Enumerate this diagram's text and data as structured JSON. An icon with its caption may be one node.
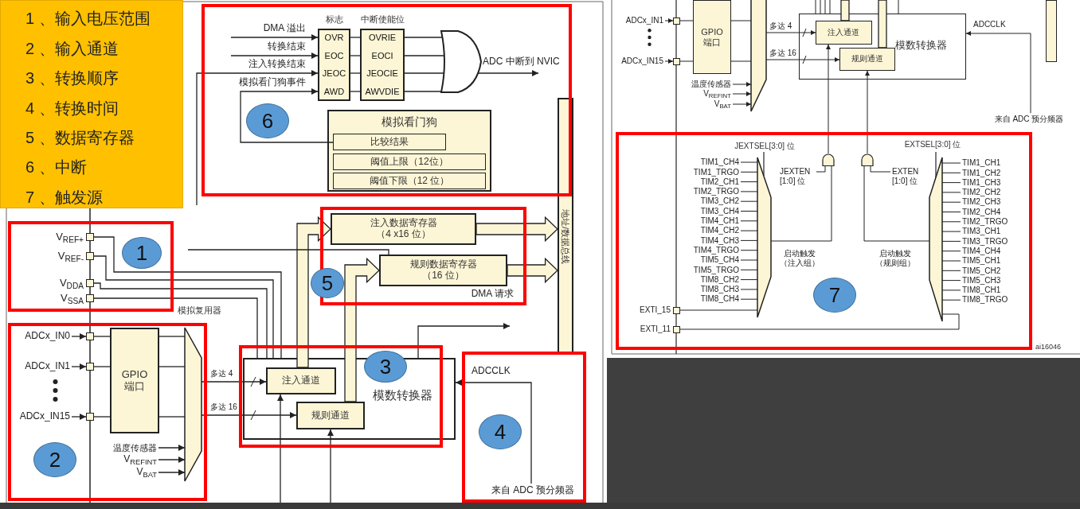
{
  "diagram": {
    "nodes": [
      {
        "text": [
          "1 、输入电压范围",
          "2 、输入通道",
          "3 、转换顺序",
          "4 、转换时间",
          "5 、数据寄存器",
          "6 、中断",
          "7 、触发源"
        ]
      },
      {
        "text": [
          "标志",
          "OVR",
          "EOC",
          "JEOC",
          "AWD"
        ]
      },
      {
        "text": [
          "中断使能位",
          "OVRIE",
          "EOCI",
          "JEOCIE",
          "AWVDIE"
        ]
      },
      {
        "text": [],
        "shape": "gate"
      },
      {
        "text": [
          "模拟看门狗"
        ]
      },
      {
        "text": [
          "比较结果"
        ],
        "in": 4
      },
      {
        "text": [
          "阈值上限（12位）"
        ],
        "in": 4
      },
      {
        "text": [
          "阈值下限（12 位）"
        ],
        "in": 4
      },
      {
        "text": [
          "地址/数据总线"
        ]
      },
      {
        "text": [
          "注入数据寄存器（4 x16 位）"
        ]
      },
      {
        "text": [
          "规则数据寄存器（16 位）"
        ]
      },
      {
        "text": [],
        "shape": "box",
        "beside": [
          "V$_{REF+}$"
        ]
      },
      {
        "text": [],
        "shape": "box",
        "beside": [
          "V$_{REF-}$"
        ]
      },
      {
        "text": [],
        "shape": "box",
        "beside": [
          "V$_{DDA}$"
        ]
      },
      {
        "text": [],
        "shape": "box",
        "beside": [
          "V$_{SSA}$"
        ]
      },
      {
        "text": [
          "ADCx_IN0"
        ]
      },
      {
        "text": [],
        "shape": "box"
      },
      {
        "text": [
          "ADCx_IN1"
        ]
      },
      {
        "text": [],
        "shape": "box"
      },
      {
        "text": [
          "ADCx_IN15"
        ]
      },
      {
        "text": [],
        "shape": "box"
      },
      {
        "text": [
          "GPIO 端口"
        ]
      },
      {
        "text": [
          "模拟复用器"
        ]
      },
      {
        "text": [
          "温度传感器"
        ]
      },
      {
        "text": [
          "V$_{REFINT}$"
        ]
      },
      {
        "text": [
          "V$_{BAT}$"
        ]
      },
      {
        "text": [
          "模数转换器"
        ]
      },
      {
        "text": [
          "注入通道"
        ],
        "in": 26
      },
      {
        "text": [
          "规则通道"
        ],
        "in": 26
      },
      {
        "text": [
          "来自 ADC 预分频器"
        ]
      },
      {
        "text": [
          "ADCx_IN1"
        ]
      },
      {
        "text": [],
        "shape": "box"
      },
      {
        "text": [
          "ADCx_IN15"
        ]
      },
      {
        "text": [],
        "shape": "box"
      },
      {
        "text": [
          "GPIO 端口"
        ]
      },
      {
        "text": [],
        "shape": "trapezoid"
      },
      {
        "text": [
          "温度传感器"
        ]
      },
      {
        "text": [
          "V$_{REFINT}$"
        ]
      },
      {
        "text": [
          "V$_{BAT}$"
        ]
      },
      {
        "text": [
          "模数转换器"
        ]
      },
      {
        "text": [
          "注入通道"
        ],
        "in": 39
      },
      {
        "text": [
          "规则通道"
        ],
        "in": 39
      },
      {
        "text": [
          "来自 ADC 预分频器"
        ]
      },
      {
        "text": [],
        "shape": "bar"
      },
      {
        "text": [
          "JEXTSEL[3:0] 位"
        ]
      },
      {
        "text": [
          "TIM1_CH4"
        ]
      },
      {
        "text": [
          "TIM1_TRGO"
        ]
      },
      {
        "text": [
          "TIM2_CH1"
        ]
      },
      {
        "text": [
          "TIM2_TRGO"
        ]
      },
      {
        "text": [
          "TIM3_CH2"
        ]
      },
      {
        "text": [
          "TIM3_CH4"
        ]
      },
      {
        "text": [
          "TIM4_CH1"
        ]
      },
      {
        "text": [
          "TIM4_CH2"
        ]
      },
      {
        "text": [
          "TIM4_CH3"
        ]
      },
      {
        "text": [
          "TIM4_TRGO"
        ]
      },
      {
        "text": [
          "TIM5_CH4"
        ]
      },
      {
        "text": [
          "TIM5_TRGO"
        ]
      },
      {
        "text": [
          "TIM8_CH2"
        ]
      },
      {
        "text": [
          "TIM8_CH3"
        ]
      },
      {
        "text": [
          "TIM8_CH4"
        ]
      },
      {
        "text": [],
        "shape": "box",
        "beside": [
          "EXTI_15"
        ]
      },
      {
        "text": [],
        "shape": "gate"
      },
      {
        "text": [
          "JEXTEN [1:0] 位"
        ]
      },
      {
        "text": [],
        "shape": "gate"
      },
      {
        "text": [
          "EXTEN [1:0] 位"
        ]
      },
      {
        "text": [
          "EXTSEL[3:0] 位"
        ]
      },
      {
        "text": [
          "TIM1_CH1"
        ]
      },
      {
        "text": [
          "TIM1_CH2"
        ]
      },
      {
        "text": [
          "TIM1_CH3"
        ]
      },
      {
        "text": [
          "TIM2_CH2"
        ]
      },
      {
        "text": [
          "TIM2_CH3"
        ]
      },
      {
        "text": [
          "TIM2_CH4"
        ]
      },
      {
        "text": [
          "TIM2_TRGO"
        ]
      },
      {
        "text": [
          "TIM3_CH1"
        ]
      },
      {
        "text": [
          "TIM3_TRGO"
        ]
      },
      {
        "text": [
          "TIM4_CH4"
        ]
      },
      {
        "text": [
          "TIM5_CH1"
        ]
      },
      {
        "text": [
          "TIM5_CH2"
        ]
      },
      {
        "text": [
          "TIM5_CH3"
        ]
      },
      {
        "text": [
          "TIM8_CH1"
        ]
      },
      {
        "text": [
          "TIM8_TRGO"
        ]
      },
      {
        "text": [],
        "shape": "box",
        "beside": [
          "EXTI_11"
        ]
      },
      {
        "text": [
          "1"
        ]
      },
      {
        "text": [
          "2"
        ]
      },
      {
        "text": [
          "3"
        ]
      },
      {
        "text": [
          "4"
        ]
      },
      {
        "text": [
          "5"
        ]
      },
      {
        "text": [
          "6"
        ]
      },
      {
        "text": [
          "7"
        ]
      }
    ],
    "edges": [
      {
        "from": null,
        "to": 1,
        "arrow": "to",
        "label": "DMA 溢出"
      },
      {
        "from": null,
        "to": 1,
        "arrow": "to",
        "label": "转换结束"
      },
      {
        "from": null,
        "to": 1,
        "arrow": "to",
        "label": "注入转换结束"
      },
      {
        "from": 5,
        "to": 1,
        "arrow": "to",
        "label": "模拟看门狗事件"
      },
      {
        "from": 1,
        "to": 2,
        "arrow": "none"
      },
      {
        "from": 1,
        "to": 2,
        "arrow": "none"
      },
      {
        "from": 1,
        "to": 2,
        "arrow": "none"
      },
      {
        "from": 1,
        "to": 2,
        "arrow": "none"
      },
      {
        "from": 2,
        "to": 3,
        "arrow": "none"
      },
      {
        "from": 2,
        "to": 3,
        "arrow": "none"
      },
      {
        "from": 2,
        "to": 3,
        "arrow": "none"
      },
      {
        "from": 2,
        "to": 3,
        "arrow": "none"
      },
      {
        "from": 3,
        "to": null,
        "arrow": "to",
        "label": "ADC 中断到 NVIC"
      },
      {
        "from": 27,
        "to": 9,
        "arrow": "to",
        "style": "thick"
      },
      {
        "from": 28,
        "to": 10,
        "arrow": "to",
        "style": "thick"
      },
      {
        "from": 9,
        "to": 8,
        "arrow": "to",
        "style": "thick"
      },
      {
        "from": 10,
        "to": 8,
        "arrow": "to",
        "style": "thick"
      },
      {
        "from": 26,
        "to": null,
        "arrow": "to",
        "label": "DMA 请求"
      },
      {
        "from": null,
        "to": 10,
        "arrow": "none"
      },
      {
        "from": 11,
        "to": 26,
        "arrow": "none"
      },
      {
        "from": 12,
        "to": 26,
        "arrow": "none"
      },
      {
        "from": 13,
        "to": 26,
        "arrow": "none"
      },
      {
        "from": 14,
        "to": 26,
        "arrow": "none"
      },
      {
        "from": 15,
        "to": 16,
        "arrow": "to"
      },
      {
        "from": 17,
        "to": 18,
        "arrow": "to"
      },
      {
        "from": 19,
        "to": 20,
        "arrow": "to"
      },
      {
        "from": 16,
        "to": 21,
        "arrow": "none"
      },
      {
        "from": 18,
        "to": 21,
        "arrow": "none"
      },
      {
        "from": 20,
        "to": 21,
        "arrow": "none"
      },
      {
        "from": 21,
        "to": 22,
        "arrow": "none"
      },
      {
        "from": 21,
        "to": 22,
        "arrow": "none"
      },
      {
        "from": 21,
        "to": 22,
        "arrow": "none"
      },
      {
        "from": 23,
        "to": 22,
        "arrow": "to"
      },
      {
        "from": 24,
        "to": 22,
        "arrow": "to"
      },
      {
        "from": 25,
        "to": 22,
        "arrow": "to"
      },
      {
        "from": 22,
        "to": 27,
        "arrow": "to",
        "label": "多达 4"
      },
      {
        "from": 22,
        "to": 28,
        "arrow": "to",
        "label": "多达 16"
      },
      {
        "from": null,
        "to": 27,
        "arrow": "to"
      },
      {
        "from": null,
        "to": 28,
        "arrow": "to"
      },
      {
        "from": 29,
        "to": 26,
        "arrow": "to",
        "label": "ADCCLK"
      },
      {
        "from": 30,
        "to": 31,
        "arrow": "to"
      },
      {
        "from": 32,
        "to": 33,
        "arrow": "to"
      },
      {
        "from": 31,
        "to": 34,
        "arrow": "none"
      },
      {
        "from": 33,
        "to": 34,
        "arrow": "none"
      },
      {
        "from": 34,
        "to": 35,
        "arrow": "none"
      },
      {
        "from": 34,
        "to": 35,
        "arrow": "none"
      },
      {
        "from": 36,
        "to": 35,
        "arrow": "to"
      },
      {
        "from": 37,
        "to": 35,
        "arrow": "to"
      },
      {
        "from": 38,
        "to": 35,
        "arrow": "to"
      },
      {
        "from": 35,
        "to": 40,
        "arrow": "to",
        "label": "多达 4"
      },
      {
        "from": 35,
        "to": 41,
        "arrow": "to",
        "label": "多达 16"
      },
      {
        "from": 42,
        "to": 39,
        "arrow": "to",
        "label": "ADCCLK"
      },
      {
        "from": 40,
        "to": null,
        "arrow": "none",
        "style": "thick"
      },
      {
        "from": 41,
        "to": null,
        "arrow": "none",
        "style": "thick"
      },
      {
        "from": null,
        "to": 39,
        "arrow": "none"
      },
      {
        "from": null,
        "to": 39,
        "arrow": "none"
      },
      {
        "from": null,
        "to": 39,
        "arrow": "none"
      },
      {
        "from": null,
        "to": 39,
        "arrow": "none"
      },
      {
        "from": 39,
        "to": null,
        "arrow": "none"
      },
      {
        "from": 45,
        "to": 44,
        "arrow": "none"
      },
      {
        "from": 46,
        "to": 44,
        "arrow": "none"
      },
      {
        "from": 47,
        "to": 44,
        "arrow": "none"
      },
      {
        "from": 48,
        "to": 44,
        "arrow": "none"
      },
      {
        "from": 49,
        "to": 44,
        "arrow": "none"
      },
      {
        "from": 50,
        "to": 44,
        "arrow": "none"
      },
      {
        "from": 51,
        "to": 44,
        "arrow": "none"
      },
      {
        "from": 52,
        "to": 44,
        "arrow": "none"
      },
      {
        "from": 53,
        "to": 44,
        "arrow": "none"
      },
      {
        "from": 54,
        "to": 44,
        "arrow": "none"
      },
      {
        "from": 55,
        "to": 44,
        "arrow": "none"
      },
      {
        "from": 56,
        "to": 44,
        "arrow": "none"
      },
      {
        "from": 57,
        "to": 44,
        "arrow": "none"
      },
      {
        "from": 58,
        "to": 44,
        "arrow": "none"
      },
      {
        "from": 59,
        "to": 44,
        "arrow": "none"
      },
      {
        "from": 60,
        "to": 44,
        "arrow": "none"
      },
      {
        "from": 44,
        "to": 61,
        "arrow": "none",
        "label": "启动触发（注入组）"
      },
      {
        "from": 62,
        "to": 61,
        "arrow": "none"
      },
      {
        "from": 61,
        "to": 40,
        "arrow": "to"
      },
      {
        "from": 65,
        "to": 63,
        "arrow": "none",
        "label": "启动触发（规则组）"
      },
      {
        "from": 64,
        "to": 63,
        "arrow": "none"
      },
      {
        "from": 63,
        "to": 41,
        "arrow": "to"
      },
      {
        "from": 66,
        "to": 65,
        "arrow": "none"
      },
      {
        "from": 67,
        "to": 65,
        "arrow": "none"
      },
      {
        "from": 68,
        "to": 65,
        "arrow": "none"
      },
      {
        "from": 69,
        "to": 65,
        "arrow": "none"
      },
      {
        "from": 70,
        "to": 65,
        "arrow": "none"
      },
      {
        "from": 71,
        "to": 65,
        "arrow": "none"
      },
      {
        "from": 72,
        "to": 65,
        "arrow": "none"
      },
      {
        "from": 73,
        "to": 65,
        "arrow": "none"
      },
      {
        "from": 74,
        "to": 65,
        "arrow": "none"
      },
      {
        "from": 75,
        "to": 65,
        "arrow": "none"
      },
      {
        "from": 76,
        "to": 65,
        "arrow": "none"
      },
      {
        "from": 77,
        "to": 65,
        "arrow": "none"
      },
      {
        "from": 78,
        "to": 65,
        "arrow": "none"
      },
      {
        "from": 79,
        "to": 65,
        "arrow": "none"
      },
      {
        "from": 80,
        "to": 65,
        "arrow": "none"
      },
      {
        "from": 81,
        "to": 65,
        "arrow": "none"
      }
    ],
    "labels": [
      "ai16046"
    ]
  }
}
